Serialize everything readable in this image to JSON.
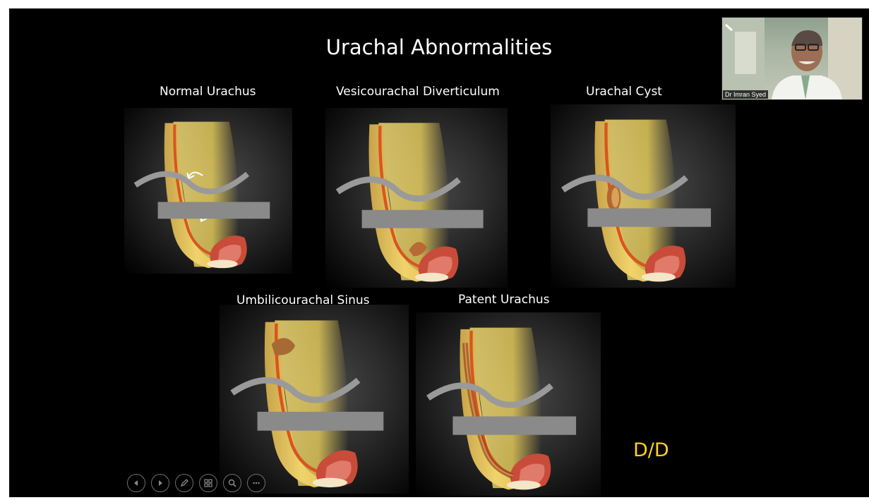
{
  "slide": {
    "title": "Urachal Abnormalities",
    "labels": {
      "normal": "Normal Urachus",
      "diverticulum": "Vesicourachal Diverticulum",
      "cyst": "Urachal Cyst",
      "sinus": "Umbilicourachal Sinus",
      "patent": "Patent Urachus"
    },
    "corner_note": "D/D",
    "corner_note_color": "#ffd21f"
  },
  "webcam": {
    "participant_name": "Dr Imran Syed"
  },
  "controls": [
    {
      "icon": "previous-icon"
    },
    {
      "icon": "next-icon"
    },
    {
      "icon": "pen-icon"
    },
    {
      "icon": "slides-icon"
    },
    {
      "icon": "zoom-icon"
    },
    {
      "icon": "more-icon"
    }
  ],
  "colors": {
    "background": "#000000",
    "tissue": "#f2d66e",
    "urachus": "#d9551f",
    "bladder": "#c94b3a"
  }
}
